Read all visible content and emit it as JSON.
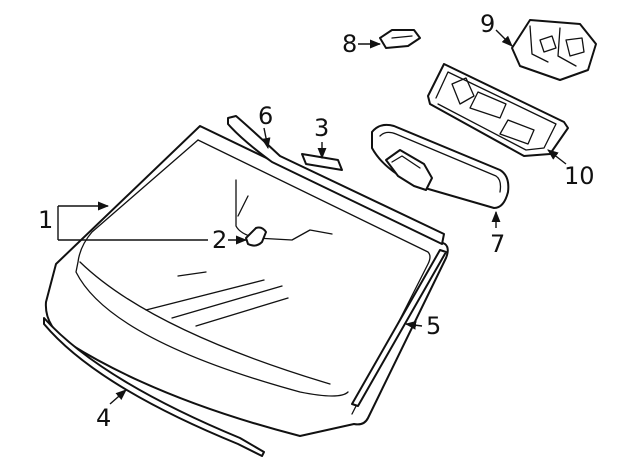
{
  "diagram": {
    "colors": {
      "line": "#111111",
      "background": "#ffffff"
    },
    "callouts": [
      {
        "id": "1",
        "label": "1"
      },
      {
        "id": "2",
        "label": "2"
      },
      {
        "id": "3",
        "label": "3"
      },
      {
        "id": "4",
        "label": "4"
      },
      {
        "id": "5",
        "label": "5"
      },
      {
        "id": "6",
        "label": "6"
      },
      {
        "id": "7",
        "label": "7"
      },
      {
        "id": "8",
        "label": "8"
      },
      {
        "id": "9",
        "label": "9"
      },
      {
        "id": "10",
        "label": "10"
      }
    ]
  }
}
